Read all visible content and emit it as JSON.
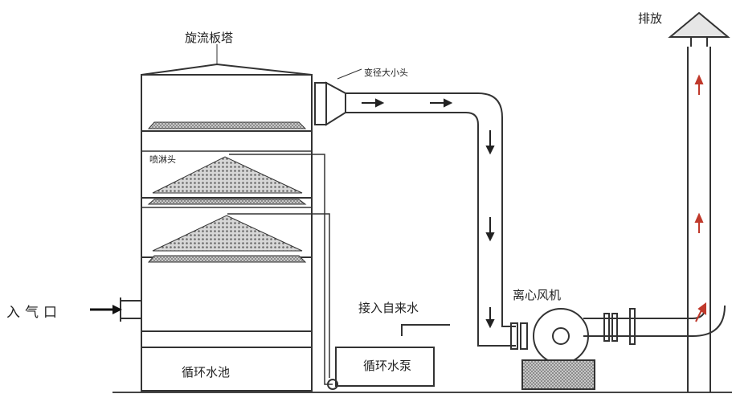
{
  "labels": {
    "tower": "旋流板塔",
    "reducer": "变径大小头",
    "sprayer": "喷淋头",
    "inlet": "入气口",
    "water_supply": "接入自来水",
    "fan": "离心风机",
    "pool": "循环水池",
    "pump": "循环水泵",
    "exhaust": "排放"
  },
  "colors": {
    "line": "#333333",
    "fill_mesh": "#9a9a9a",
    "arrow_red": "#c0392b",
    "text": "#222222"
  }
}
